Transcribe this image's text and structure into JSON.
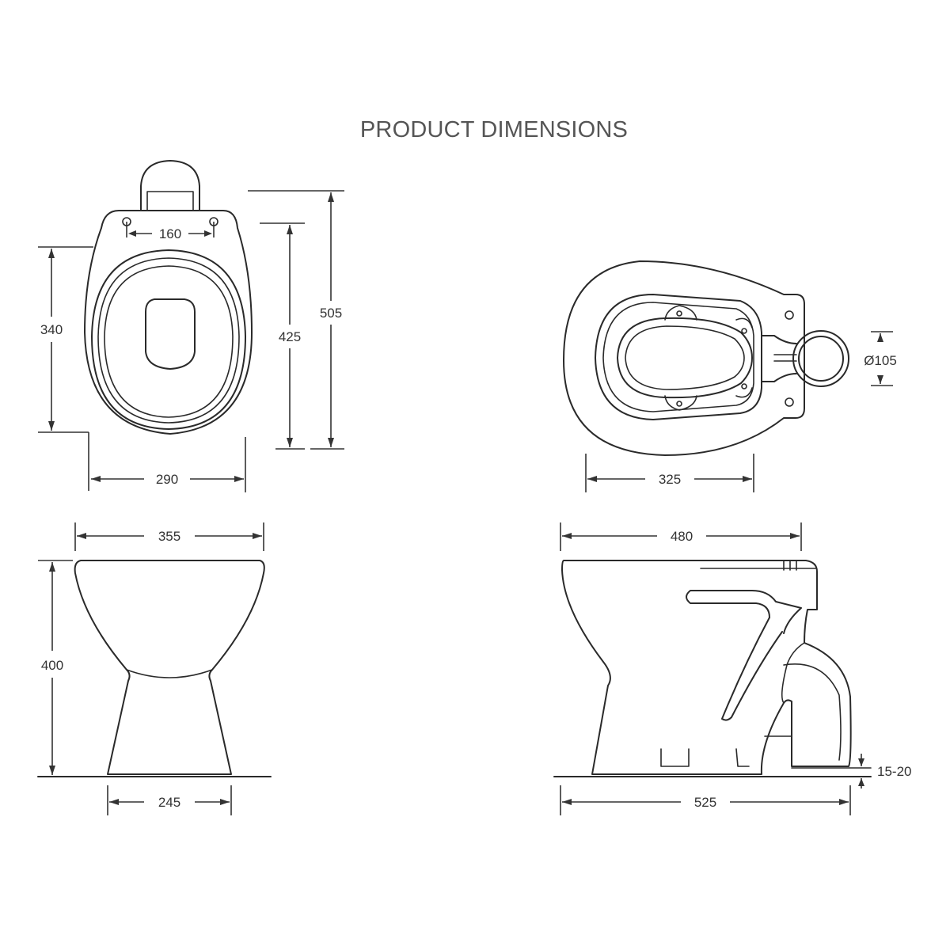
{
  "title": "PRODUCT DIMENSIONS",
  "dimensions": {
    "top_hole_spacing": "160",
    "top_seat_length": "340",
    "top_inner_length": "425",
    "top_overall_length": "505",
    "top_width": "290",
    "front_width": "355",
    "front_height": "400",
    "front_base_width": "245",
    "pan_width": "325",
    "outlet_diameter": "Ø105",
    "side_length": "480",
    "side_overall_length": "525",
    "outlet_height": "15-20"
  }
}
